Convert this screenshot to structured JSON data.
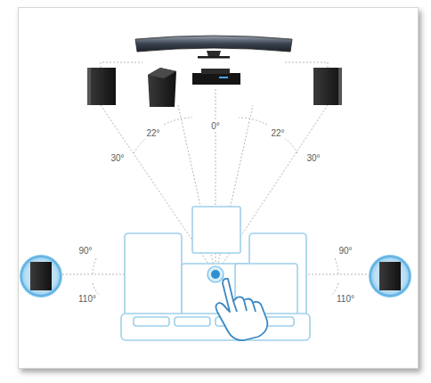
{
  "diagram": {
    "labels": [
      "22°",
      "0°",
      "22°",
      "30°",
      "30°",
      "90°",
      "90°",
      "110°",
      "110°"
    ]
  }
}
